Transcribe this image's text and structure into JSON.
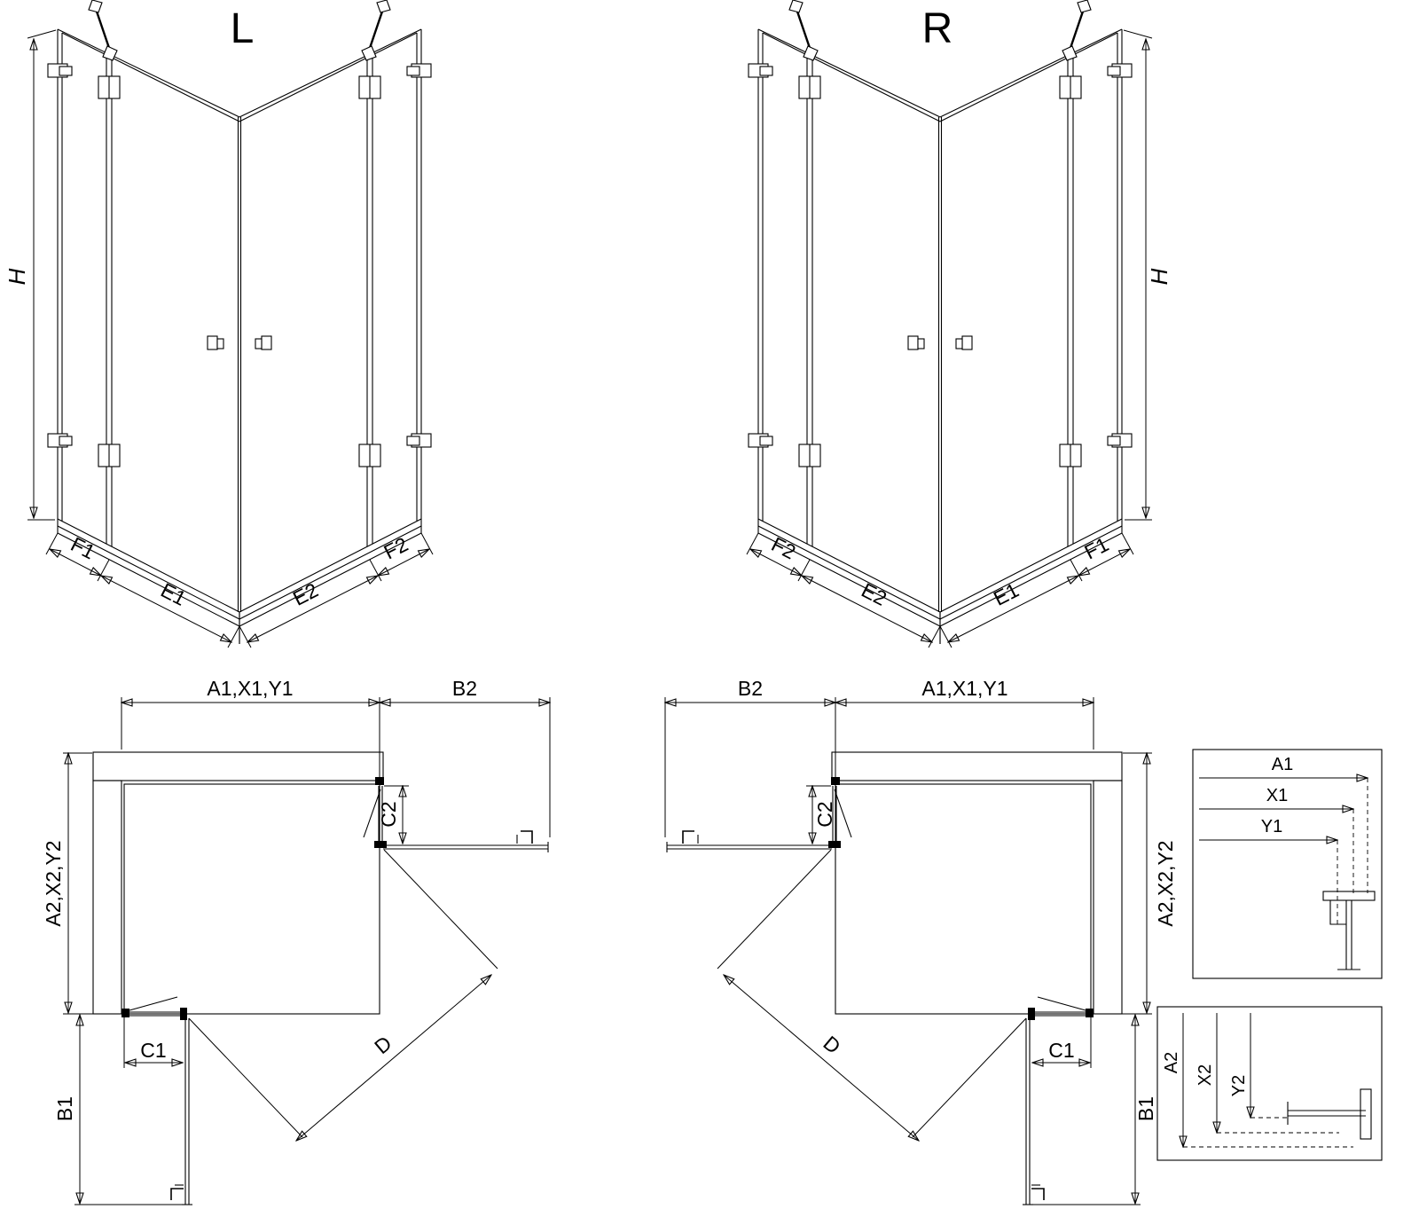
{
  "colors": {
    "line": "#000000",
    "background": "#ffffff"
  },
  "view_l": {
    "title": "L",
    "h": "H",
    "f1": "F1",
    "e1": "E1",
    "e2": "E2",
    "f2": "F2"
  },
  "view_r": {
    "title": "R",
    "h": "H",
    "f1": "F1",
    "e1": "E1",
    "e2": "E2",
    "f2": "F2"
  },
  "plan_l": {
    "a_top": "A1,X1,Y1",
    "b2": "B2",
    "a_left": "A2,X2,Y2",
    "c2": "C2",
    "c1": "C1",
    "b1": "B1",
    "d": "D"
  },
  "plan_r": {
    "a_top": "A1,X1,Y1",
    "b2": "B2",
    "a_left": "A2,X2,Y2",
    "c2": "C2",
    "c1": "C1",
    "b1": "B1",
    "d": "D"
  },
  "detail_top": {
    "a1": "A1",
    "x1": "X1",
    "y1": "Y1"
  },
  "detail_bottom": {
    "a2": "A2",
    "x2": "X2",
    "y2": "Y2"
  }
}
